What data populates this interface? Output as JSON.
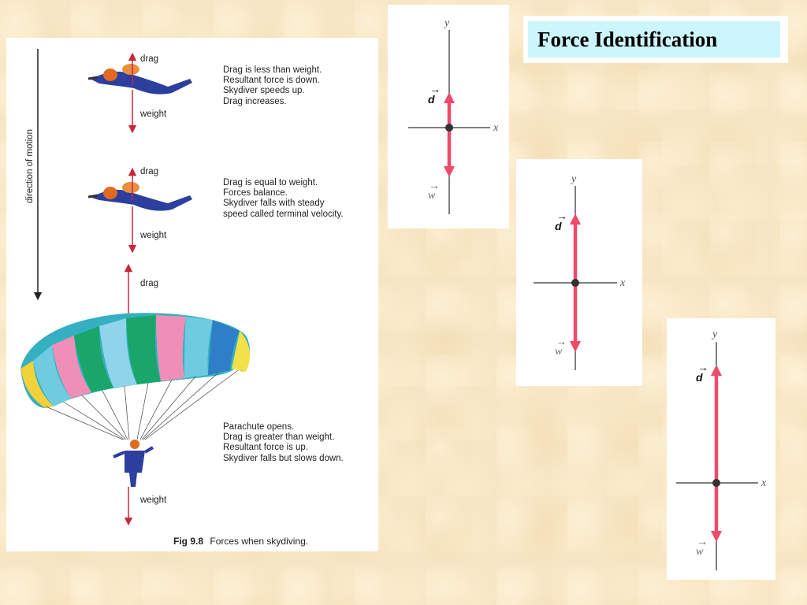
{
  "title": "Force Identification",
  "figure": {
    "motion_label": "direction of motion",
    "caption_prefix": "Fig 9.8",
    "caption_text": "Forces when skydiving.",
    "stages": [
      {
        "drag_label": "drag",
        "weight_label": "weight",
        "lines": [
          "Drag is less than weight.",
          "Resultant force is down.",
          "Skydiver speeds up.",
          "Drag increases."
        ]
      },
      {
        "drag_label": "drag",
        "weight_label": "weight",
        "lines": [
          "Drag is equal to weight.",
          "Forces balance.",
          "Skydiver falls with steady",
          "speed called terminal velocity."
        ]
      },
      {
        "drag_label": "drag",
        "weight_label": "weight",
        "lines": [
          "Parachute opens.",
          "Drag is greater than weight.",
          "Resultant force is up.",
          "Skydiver falls but slows down."
        ]
      }
    ]
  },
  "diagrams": [
    {
      "y_label": "y",
      "x_label": "x",
      "drag_vector": "d",
      "weight_vector": "w",
      "drag": 1.0,
      "weight": 1.4
    },
    {
      "y_label": "y",
      "x_label": "x",
      "drag_vector": "d",
      "weight_vector": "w",
      "drag": 1.0,
      "weight": 1.0
    },
    {
      "y_label": "y",
      "x_label": "x",
      "drag_vector": "d",
      "weight_vector": "w",
      "drag": 1.0,
      "weight": 0.5
    }
  ],
  "colors": {
    "vector": "#ef4a6a",
    "axis": "#555555",
    "title_bg": "#ccf6fb",
    "background": "#f7e6c4"
  }
}
